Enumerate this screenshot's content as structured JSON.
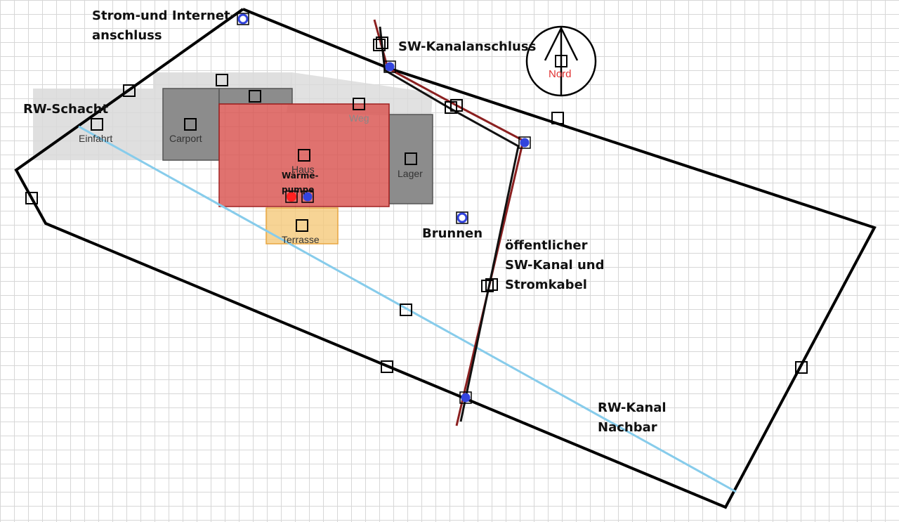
{
  "plan": {
    "zones": {
      "einfahrt": "Einfahrt",
      "carport": "Carport",
      "haus": "Haus",
      "weg": "Weg",
      "lager": "Lager",
      "terrasse": "Terrasse"
    },
    "annotations": {
      "strom_internet": [
        "Strom-und Internet-",
        "anschluss"
      ],
      "sw_kanalanschluss": "SW-Kanalanschluss",
      "rw_schacht": "RW-Schacht",
      "brunnen": "Brunnen",
      "oeffentlicher_kanal": [
        "öffentlicher",
        "SW-Kanal und",
        "Stromkabel"
      ],
      "rw_kanal_nachbar": [
        "RW-Kanal",
        "Nachbar"
      ],
      "waermepumpe": [
        "Wärme-",
        "pumpe"
      ]
    },
    "compass": {
      "label": "Nord",
      "icon": "north-arrow-icon"
    },
    "colors": {
      "boundary": "#000000",
      "house": "#d9534f",
      "terrace": "#f5c97a",
      "rw_channel": "#87cceb",
      "sw_channel": "#8b2020",
      "connector": "#3344dd",
      "heat_pump": "#ff2020",
      "compass_label": "#e03030"
    }
  }
}
